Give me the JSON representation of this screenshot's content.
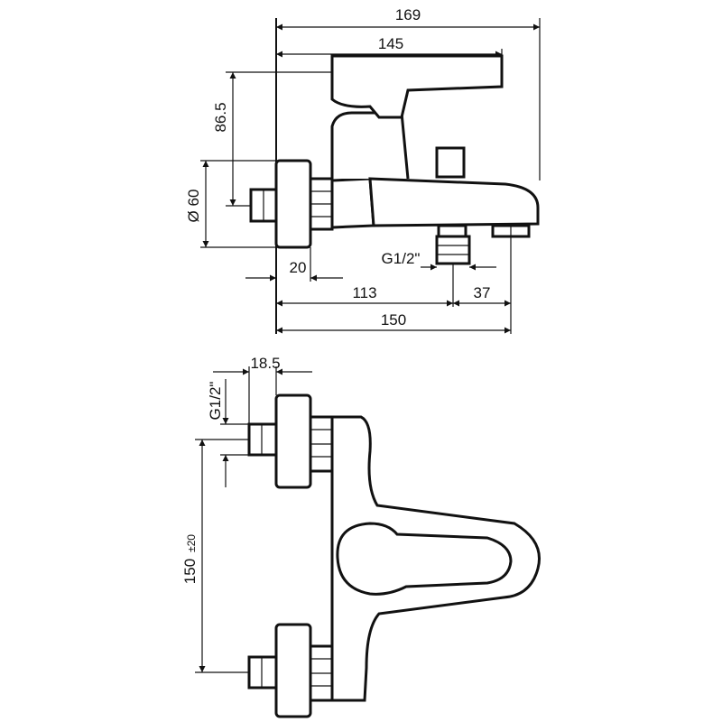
{
  "dimensions": {
    "overall_length": "169",
    "handle_length": "145",
    "height_to_handle": "86.5",
    "flange_diameter": "Ø 60",
    "flange_offset": "20",
    "outlet_thread_top": "G1/2\"",
    "spout_offset": "113",
    "spout_tip": "37",
    "body_length": "150",
    "inlet_depth": "18.5",
    "inlet_thread_side": "G1/2\"",
    "centre_distance": "150",
    "centre_tolerance": "±20"
  }
}
